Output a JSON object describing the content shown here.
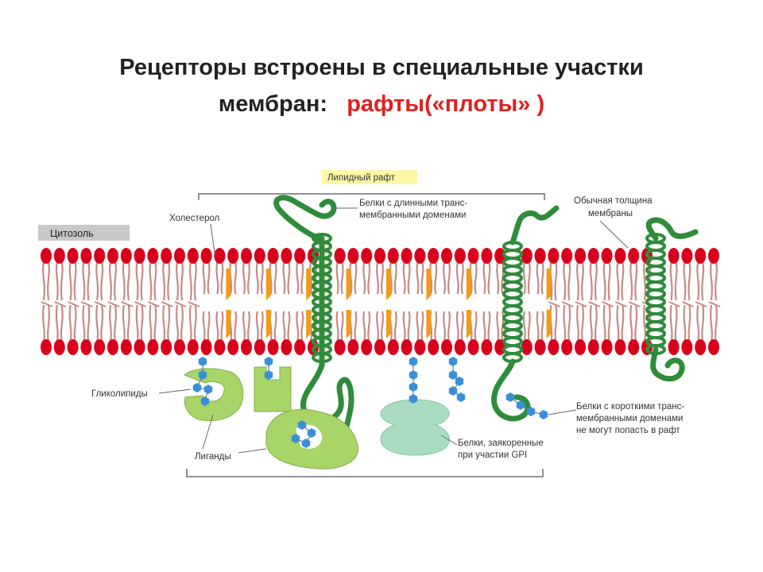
{
  "title": {
    "line1": "Рецепторы встроены в специальные участки",
    "line2_prefix": "мембран:",
    "line2_accent": "рафты(«плоты» )"
  },
  "labels": {
    "raft": "Липидный рафт",
    "cytosol": "Цитозоль",
    "cholesterol": "Холестерол",
    "long_tm_1": "Белки с длинными транс-",
    "long_tm_2": "мембранными доменами",
    "normal_1": "Обычная толщина",
    "normal_2": "мембраны",
    "glycolipids": "Гликолипиды",
    "ligands": "Лиганды",
    "gpi_1": "Белки, заякоренные",
    "gpi_2": "при участии GPI",
    "short_tm_1": "Белки с короткими транс-",
    "short_tm_2": "мембранными доменами",
    "short_tm_3": "не могут попасть в рафт"
  },
  "colors": {
    "head": "#d9001b",
    "tail": "#c88a86",
    "cholesterol": "#f29a1a",
    "protein": "#2f8c3a",
    "ligand": "#a8d468",
    "gpi_protein": "#a9dcc0",
    "sugar": "#3a8fd8",
    "raft_box": "#fff7a8",
    "cytosol_box": "#c8c8c8"
  }
}
